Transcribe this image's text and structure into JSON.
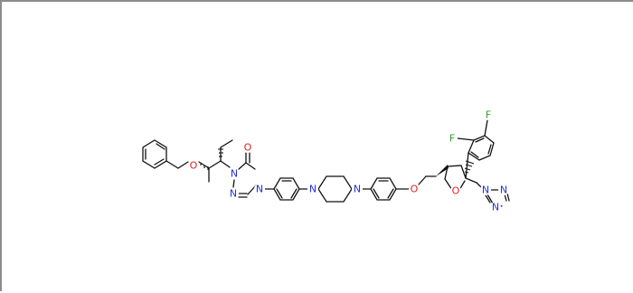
{
  "colors": {
    "background": "#ffffff",
    "bond": "#111111",
    "oxygen": "#e02020",
    "nitrogen": "#2030e0",
    "fluorine": "#30a030"
  },
  "atoms": {
    "o_ether_left": "O",
    "o_carbonyl": "O",
    "n_triazolone_1": "N",
    "n_triazolone_2": "N",
    "n_triazolone_4": "N",
    "n_piperazine_1": "N",
    "n_piperazine_4": "N",
    "o_aryl_ether": "O",
    "o_thf": "O",
    "f_ortho": "F",
    "f_para": "F",
    "n_triazole_1": "N",
    "n_triazole_2": "N",
    "n_triazole_4": "N"
  }
}
